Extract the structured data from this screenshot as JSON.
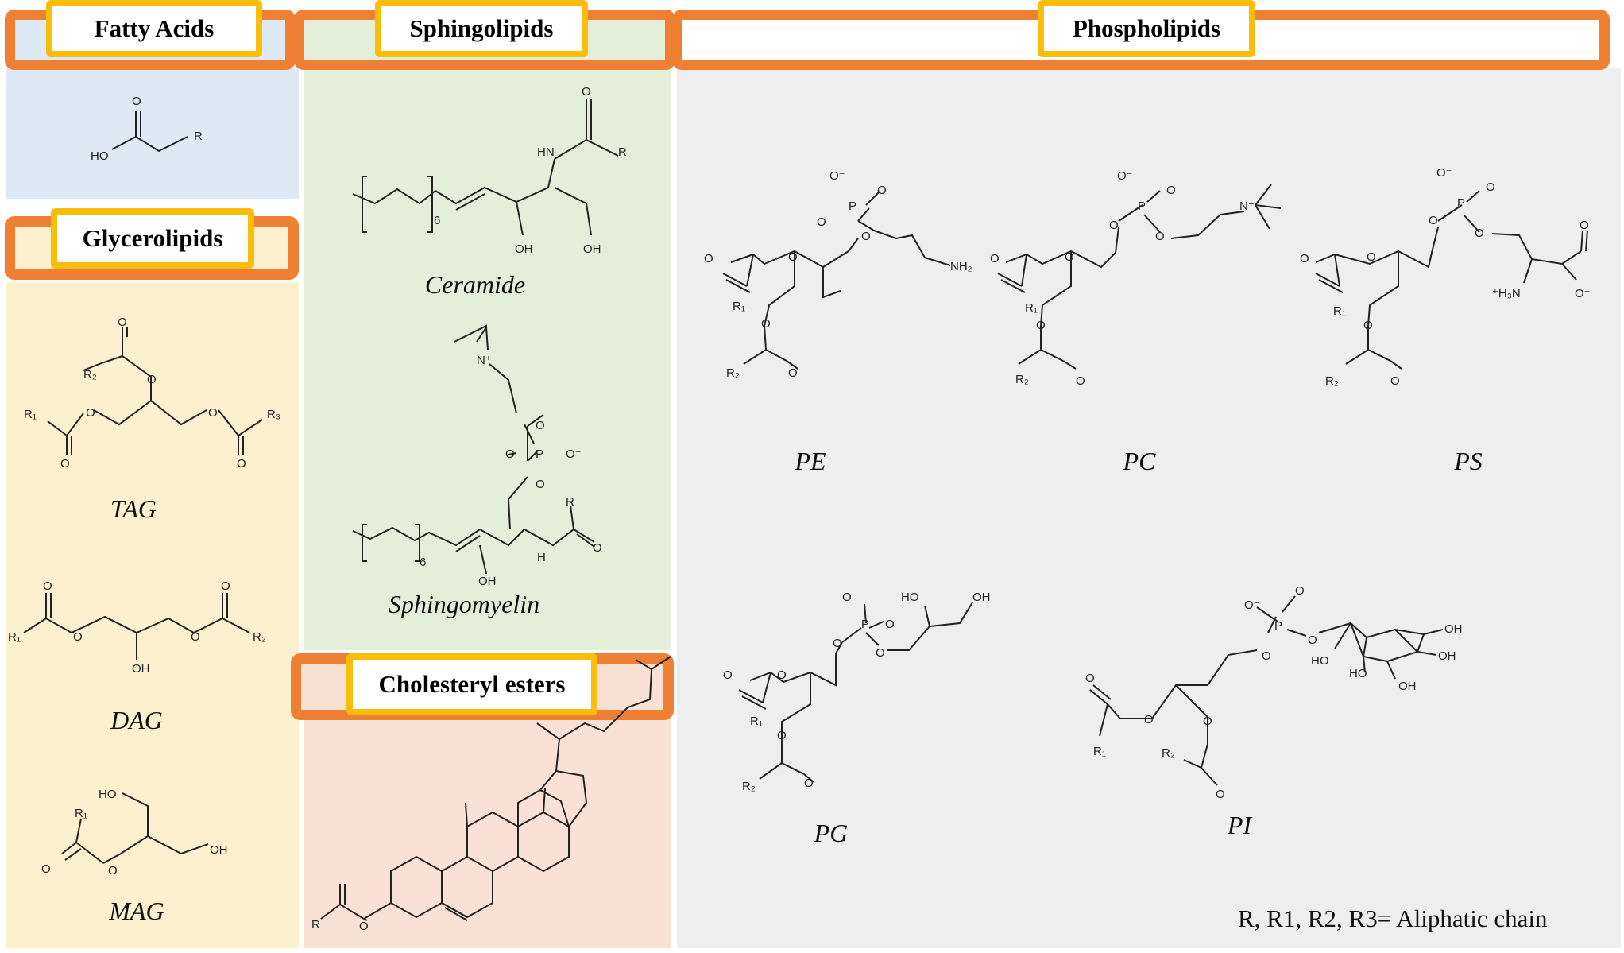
{
  "colors": {
    "header_border": "#ef7f33",
    "label_border": "#fbbd0c",
    "fatty_acids_bg": "#dde9f5",
    "glycerolipids_bg": "#fdf0cf",
    "sphingolipids_bg": "#e3efd9",
    "cholesteryl_bg": "#f9e1d5",
    "phospholipids_bg": "#eeeeee"
  },
  "categories": {
    "fatty_acids": "Fatty Acids",
    "glycerolipids": "Glycerolipids",
    "sphingolipids": "Sphingolipids",
    "cholesteryl_esters": "Cholesteryl esters",
    "phospholipids": "Phospholipids"
  },
  "molecules": {
    "tag": "TAG",
    "dag": "DAG",
    "mag": "MAG",
    "ceramide": "Ceramide",
    "sphingomyelin": "Sphingomyelin",
    "pe": "PE",
    "pc": "PC",
    "ps": "PS",
    "pg": "PG",
    "pi": "PI"
  },
  "atoms": {
    "ho": "HO",
    "oh": "OH",
    "o": "O",
    "o_minus": "O⁻",
    "p": "P",
    "n_plus": "N⁺",
    "hn": "HN",
    "h": "H",
    "nh2": "NH₂",
    "h3n_plus": "⁺H₃N",
    "r": "R",
    "r1": "R₁",
    "r2": "R₂",
    "r3": "R₃",
    "six": "6"
  },
  "footnote": "R, R1, R2, R3= Aliphatic chain"
}
